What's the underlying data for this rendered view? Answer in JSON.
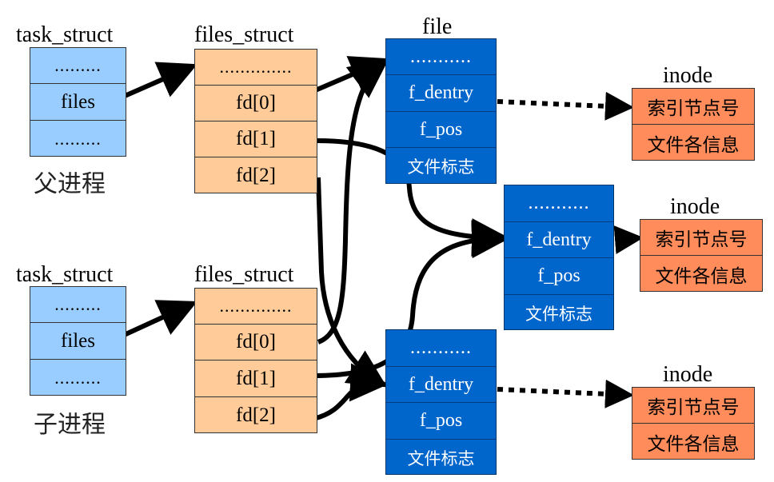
{
  "parent": {
    "task_title": "task_struct",
    "task_cells": [
      ".........",
      "files",
      "........."
    ],
    "files_title": "files_struct",
    "files_cells": [
      "..............",
      "fd[0]",
      "fd[1]",
      "fd[2]"
    ],
    "label": "父进程"
  },
  "child": {
    "task_title": "task_struct",
    "task_cells": [
      ".........",
      "files",
      "........."
    ],
    "files_title": "files_struct",
    "files_cells": [
      "..............",
      "fd[0]",
      "fd[1]",
      "fd[2]"
    ],
    "label": "子进程"
  },
  "file_title": "file",
  "file_objects": [
    {
      "cells": [
        "...........",
        "f_dentry",
        "f_pos",
        "文件标志"
      ]
    },
    {
      "cells": [
        "...........",
        "f_dentry",
        "f_pos",
        "文件标志"
      ]
    },
    {
      "cells": [
        "...........",
        "f_dentry",
        "f_pos",
        "文件标志"
      ]
    }
  ],
  "inodes": [
    {
      "title": "inode",
      "cells": [
        "索引节点号",
        "文件各信息"
      ]
    },
    {
      "title": "inode",
      "cells": [
        "索引节点号",
        "文件各信息"
      ]
    },
    {
      "title": "inode",
      "cells": [
        "索引节点号",
        "文件各信息"
      ]
    }
  ],
  "colors": {
    "task_struct": "#99ccff",
    "files_struct": "#ffcc99",
    "file": "#0066cc",
    "inode": "#ff8c5a"
  }
}
